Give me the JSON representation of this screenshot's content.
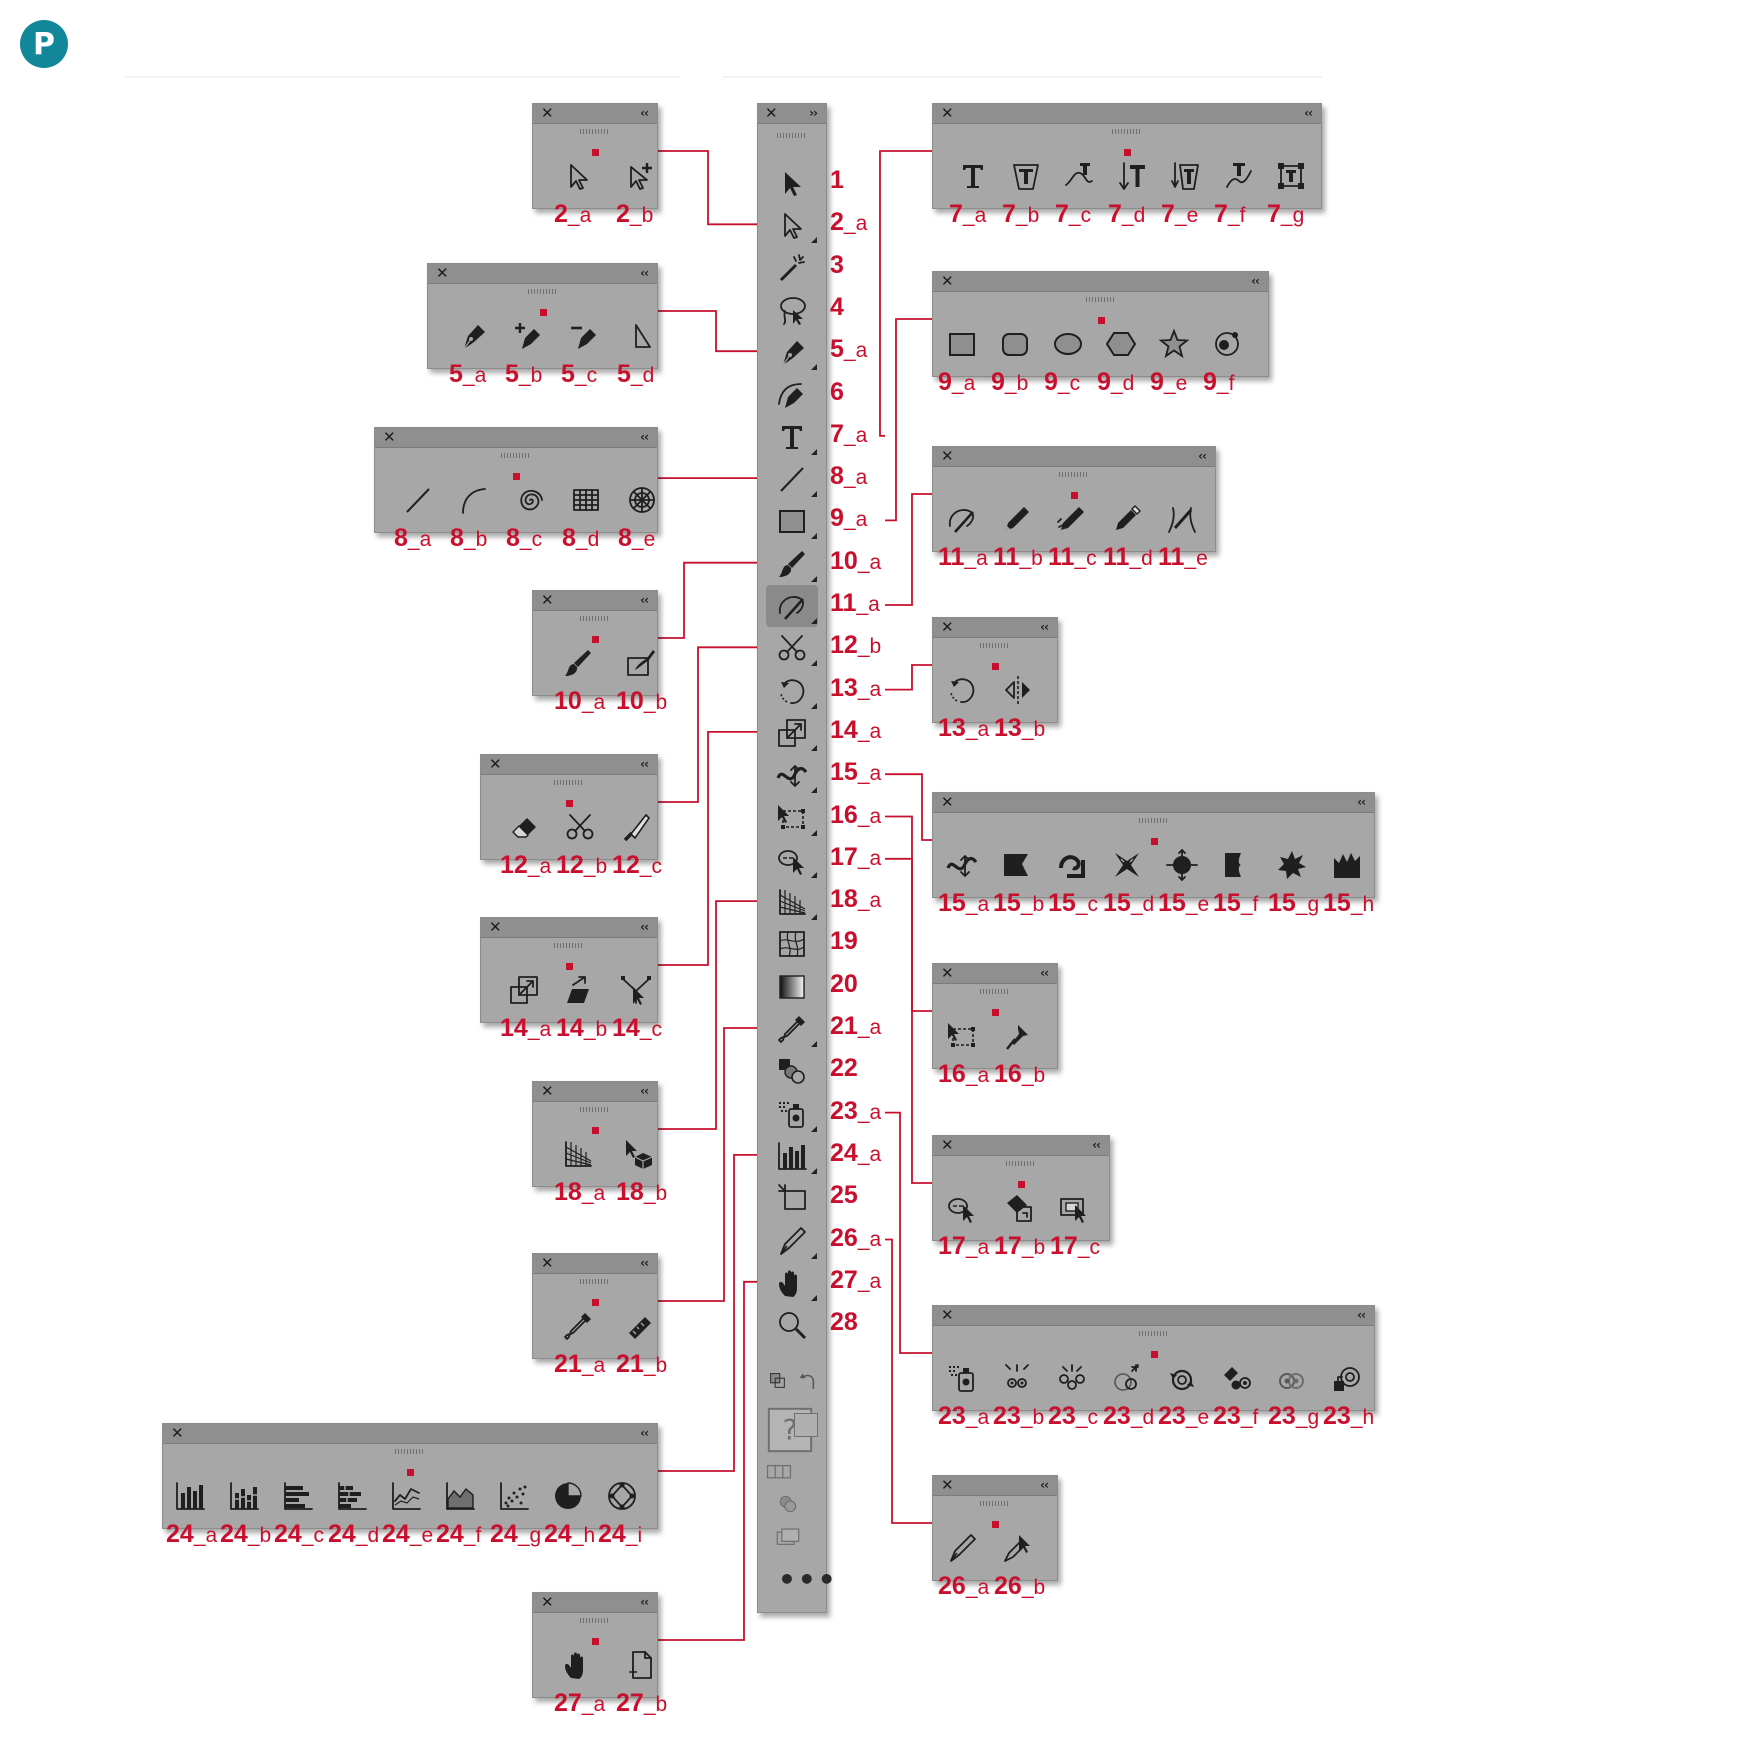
{
  "brand": {
    "logo_letter": "P",
    "accent": "#c8102e",
    "logo_color": "#13879a",
    "panel_bg": "#a7a7a7"
  },
  "toolbar": {
    "tools": [
      {
        "num": "1",
        "suffix": "",
        "icon": "select-arrow"
      },
      {
        "num": "2",
        "suffix": "_a",
        "icon": "direct-select",
        "flyout": true
      },
      {
        "num": "3",
        "suffix": "",
        "icon": "magic-wand"
      },
      {
        "num": "4",
        "suffix": "",
        "icon": "lasso"
      },
      {
        "num": "5",
        "suffix": "_a",
        "icon": "pen",
        "flyout": true
      },
      {
        "num": "6",
        "suffix": "",
        "icon": "curvature"
      },
      {
        "num": "7",
        "suffix": "_a",
        "icon": "type",
        "flyout": true
      },
      {
        "num": "8",
        "suffix": "_a",
        "icon": "line",
        "flyout": true
      },
      {
        "num": "9",
        "suffix": "_a",
        "icon": "rectangle",
        "flyout": true
      },
      {
        "num": "10",
        "suffix": "_a",
        "icon": "paintbrush",
        "flyout": true
      },
      {
        "num": "11",
        "suffix": "_a",
        "icon": "shaper",
        "flyout": true,
        "selected": true
      },
      {
        "num": "12",
        "suffix": "_b",
        "icon": "scissors",
        "flyout": true
      },
      {
        "num": "13",
        "suffix": "_a",
        "icon": "rotate",
        "flyout": true
      },
      {
        "num": "14",
        "suffix": "_a",
        "icon": "scale",
        "flyout": true
      },
      {
        "num": "15",
        "suffix": "_a",
        "icon": "width",
        "flyout": true
      },
      {
        "num": "16",
        "suffix": "_a",
        "icon": "free-transform",
        "flyout": true
      },
      {
        "num": "17",
        "suffix": "_a",
        "icon": "shape-builder",
        "flyout": true
      },
      {
        "num": "18",
        "suffix": "_a",
        "icon": "perspective-grid",
        "flyout": true
      },
      {
        "num": "19",
        "suffix": "",
        "icon": "mesh"
      },
      {
        "num": "20",
        "suffix": "",
        "icon": "gradient"
      },
      {
        "num": "21",
        "suffix": "_a",
        "icon": "eyedropper",
        "flyout": true
      },
      {
        "num": "22",
        "suffix": "",
        "icon": "blend"
      },
      {
        "num": "23",
        "suffix": "_a",
        "icon": "symbol-sprayer",
        "flyout": true
      },
      {
        "num": "24",
        "suffix": "_a",
        "icon": "column-graph",
        "flyout": true
      },
      {
        "num": "25",
        "suffix": "",
        "icon": "artboard"
      },
      {
        "num": "26",
        "suffix": "_a",
        "icon": "slice",
        "flyout": true
      },
      {
        "num": "27",
        "suffix": "_a",
        "icon": "hand",
        "flyout": true
      },
      {
        "num": "28",
        "suffix": "",
        "icon": "zoom"
      }
    ],
    "extras": [
      "swap-fill-stroke-icon",
      "default-colors-icon",
      "fill-stroke-icon",
      "draw-modes-icon",
      "color-modes-icon",
      "screen-mode-icon"
    ],
    "more_label": "•••"
  },
  "panels": [
    {
      "id": "p2",
      "icons": [
        "direct-select",
        "group-select"
      ],
      "labels": [
        [
          "2",
          "_a"
        ],
        [
          "2",
          "_b"
        ]
      ]
    },
    {
      "id": "p5",
      "icons": [
        "pen",
        "add-anchor",
        "delete-anchor",
        "anchor-point"
      ],
      "labels": [
        [
          "5",
          "_a"
        ],
        [
          "5",
          "_b"
        ],
        [
          "5",
          "_c"
        ],
        [
          "5",
          "_d"
        ]
      ]
    },
    {
      "id": "p8",
      "icons": [
        "line",
        "arc",
        "spiral",
        "rect-grid",
        "polar-grid"
      ],
      "labels": [
        [
          "8",
          "_a"
        ],
        [
          "8",
          "_b"
        ],
        [
          "8",
          "_c"
        ],
        [
          "8",
          "_d"
        ],
        [
          "8",
          "_e"
        ]
      ]
    },
    {
      "id": "p10",
      "icons": [
        "paintbrush",
        "blob-brush"
      ],
      "labels": [
        [
          "10",
          "_a"
        ],
        [
          "10",
          "_b"
        ]
      ]
    },
    {
      "id": "p12",
      "icons": [
        "eraser",
        "scissors",
        "knife"
      ],
      "labels": [
        [
          "12",
          "_a"
        ],
        [
          "12",
          "_b"
        ],
        [
          "12",
          "_c"
        ]
      ]
    },
    {
      "id": "p14",
      "icons": [
        "scale",
        "shear",
        "reshape"
      ],
      "labels": [
        [
          "14",
          "_a"
        ],
        [
          "14",
          "_b"
        ],
        [
          "14",
          "_c"
        ]
      ]
    },
    {
      "id": "p18",
      "icons": [
        "perspective-grid",
        "perspective-select"
      ],
      "labels": [
        [
          "18",
          "_a"
        ],
        [
          "18",
          "_b"
        ]
      ]
    },
    {
      "id": "p21",
      "icons": [
        "eyedropper",
        "measure"
      ],
      "labels": [
        [
          "21",
          "_a"
        ],
        [
          "21",
          "_b"
        ]
      ]
    },
    {
      "id": "p24",
      "icons": [
        "column-graph",
        "stacked-column",
        "bar-graph",
        "stacked-bar",
        "line-graph",
        "area-graph",
        "scatter-graph",
        "pie-graph",
        "radar-graph"
      ],
      "labels": [
        [
          "24",
          "_a"
        ],
        [
          "24",
          "_b"
        ],
        [
          "24",
          "_c"
        ],
        [
          "24",
          "_d"
        ],
        [
          "24",
          "_e"
        ],
        [
          "24",
          "_f"
        ],
        [
          "24",
          "_g"
        ],
        [
          "24",
          "_h"
        ],
        [
          "24",
          "_i"
        ]
      ]
    },
    {
      "id": "p27",
      "icons": [
        "hand",
        "print-tiling"
      ],
      "labels": [
        [
          "27",
          "_a"
        ],
        [
          "27",
          "_b"
        ]
      ]
    },
    {
      "id": "p7",
      "icons": [
        "type",
        "area-type",
        "type-on-path",
        "vertical-type",
        "vertical-area-type",
        "vertical-type-on-path",
        "touch-type"
      ],
      "labels": [
        [
          "7",
          "_a"
        ],
        [
          "7",
          "_b"
        ],
        [
          "7",
          "_c"
        ],
        [
          "7",
          "_d"
        ],
        [
          "7",
          "_e"
        ],
        [
          "7",
          "_f"
        ],
        [
          "7",
          "_g"
        ]
      ]
    },
    {
      "id": "p9",
      "icons": [
        "rectangle",
        "rounded-rectangle",
        "ellipse",
        "polygon",
        "star",
        "flare"
      ],
      "labels": [
        [
          "9",
          "_a"
        ],
        [
          "9",
          "_b"
        ],
        [
          "9",
          "_c"
        ],
        [
          "9",
          "_d"
        ],
        [
          "9",
          "_e"
        ],
        [
          "9",
          "_f"
        ]
      ]
    },
    {
      "id": "p11",
      "icons": [
        "shaper",
        "pencil",
        "smooth",
        "path-eraser",
        "join"
      ],
      "labels": [
        [
          "11",
          "_a"
        ],
        [
          "11",
          "_b"
        ],
        [
          "11",
          "_c"
        ],
        [
          "11",
          "_d"
        ],
        [
          "11",
          "_e"
        ]
      ]
    },
    {
      "id": "p13",
      "icons": [
        "rotate",
        "reflect"
      ],
      "labels": [
        [
          "13",
          "_a"
        ],
        [
          "13",
          "_b"
        ]
      ]
    },
    {
      "id": "p15",
      "icons": [
        "width",
        "warp",
        "twirl",
        "pucker",
        "bloat",
        "scallop",
        "crystallize",
        "wrinkle"
      ],
      "labels": [
        [
          "15",
          "_a"
        ],
        [
          "15",
          "_b"
        ],
        [
          "15",
          "_c"
        ],
        [
          "15",
          "_d"
        ],
        [
          "15",
          "_e"
        ],
        [
          "15",
          "_f"
        ],
        [
          "15",
          "_g"
        ],
        [
          "15",
          "_h"
        ]
      ]
    },
    {
      "id": "p16",
      "icons": [
        "free-transform",
        "puppet-warp"
      ],
      "labels": [
        [
          "16",
          "_a"
        ],
        [
          "16",
          "_b"
        ]
      ]
    },
    {
      "id": "p17",
      "icons": [
        "shape-builder",
        "live-paint-bucket",
        "live-paint-select"
      ],
      "labels": [
        [
          "17",
          "_a"
        ],
        [
          "17",
          "_b"
        ],
        [
          "17",
          "_c"
        ]
      ]
    },
    {
      "id": "p23",
      "icons": [
        "symbol-sprayer",
        "symbol-shifter",
        "symbol-scruncher",
        "symbol-sizer",
        "symbol-spinner",
        "symbol-stainer",
        "symbol-screener",
        "symbol-styler"
      ],
      "labels": [
        [
          "23",
          "_a"
        ],
        [
          "23",
          "_b"
        ],
        [
          "23",
          "_c"
        ],
        [
          "23",
          "_d"
        ],
        [
          "23",
          "_e"
        ],
        [
          "23",
          "_f"
        ],
        [
          "23",
          "_g"
        ],
        [
          "23",
          "_h"
        ]
      ]
    },
    {
      "id": "p26",
      "icons": [
        "slice",
        "slice-select"
      ],
      "labels": [
        [
          "26",
          "_a"
        ],
        [
          "26",
          "_b"
        ]
      ]
    }
  ]
}
